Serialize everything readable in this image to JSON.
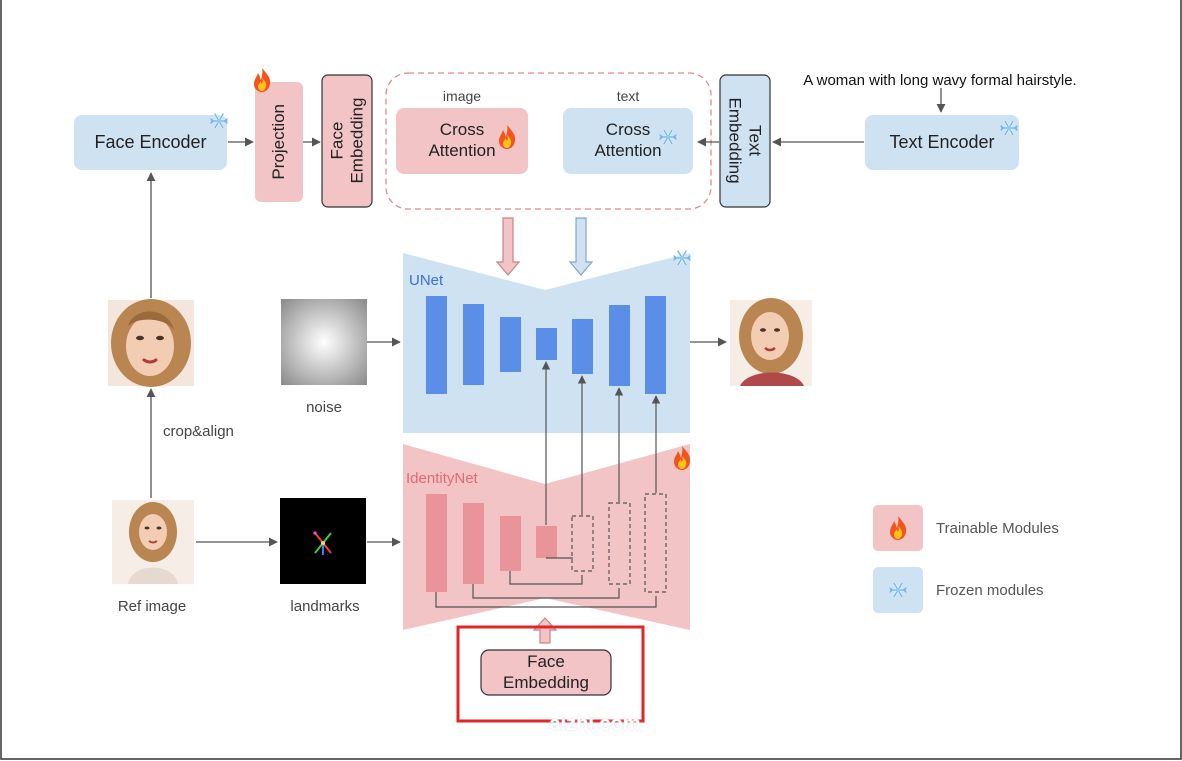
{
  "colors": {
    "trainable_fill": "#f2c4c6",
    "trainable_stroke": "#d98a8e",
    "frozen_fill": "#cfe2f2",
    "frozen_stroke": "#9bbad6",
    "unet_block": "#5b8ee6",
    "identity_block": "#e8949a",
    "unet_label": "#3a6fd8",
    "identity_label": "#e06b74",
    "highlight_box": "#e02626",
    "line": "#555555"
  },
  "icons": {
    "trainable": "fire-icon",
    "frozen": "snowflake-icon"
  },
  "modules": {
    "face_encoder": "Face Encoder",
    "projection": "Projection",
    "face_embedding_top": "Face Embedding",
    "image_label": "image",
    "text_label": "text",
    "cross_attention_image": "Cross Attention",
    "cross_attention_text": "Cross Attention",
    "text_embedding": "Text Embedding",
    "text_encoder": "Text Encoder",
    "prompt": "A woman with long wavy formal hairstyle.",
    "unet": "UNet",
    "identitynet": "IdentityNet",
    "face_embedding_bottom": "Face Embedding"
  },
  "inputs": {
    "crop_align": "crop&align",
    "noise": "noise",
    "ref_image": "Ref image",
    "landmarks": "landmarks"
  },
  "legend": {
    "trainable": "Trainable Modules",
    "frozen": "Frozen modules"
  },
  "watermark": "aizhi.com"
}
